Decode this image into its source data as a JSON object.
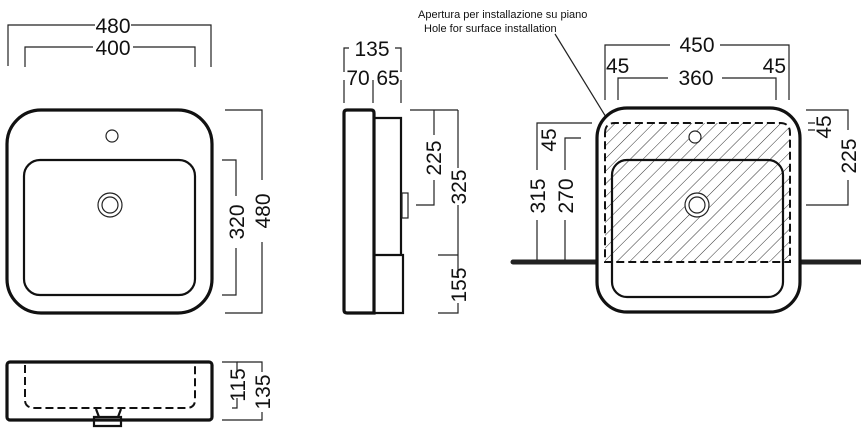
{
  "annotation": {
    "line_it": "Apertura per installazione su piano",
    "line_en": "Hole for surface installation"
  },
  "front_view": {
    "width_outer": "480",
    "width_inner": "400",
    "height_outer": "480",
    "height_inner": "320"
  },
  "side_view": {
    "depth_total": "135",
    "depth_front": "70",
    "depth_back": "65",
    "drain_height": "225",
    "plate_height": "325",
    "lower_height": "155"
  },
  "bottom_view": {
    "bowl_depth": "115",
    "total_depth": "135"
  },
  "install_view": {
    "width_hole": "450",
    "width_inner": "360",
    "margin_left": "45",
    "margin_right": "45",
    "height_315": "315",
    "height_270": "270",
    "offset_left": "45",
    "offset_right": "45",
    "height_225": "225"
  }
}
